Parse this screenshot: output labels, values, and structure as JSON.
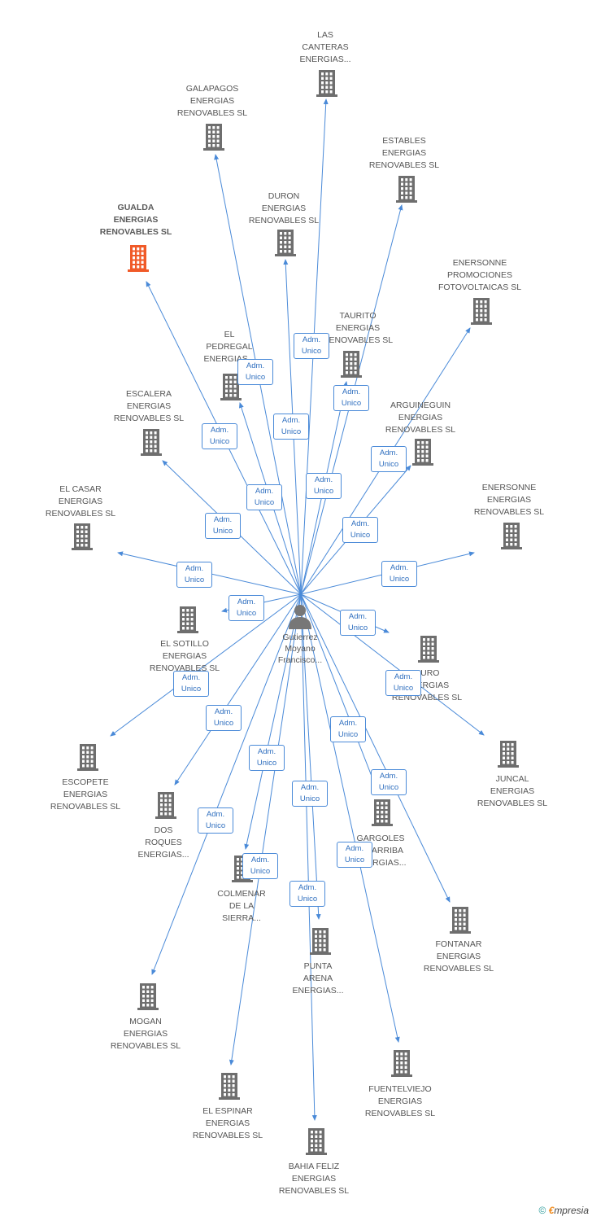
{
  "person": {
    "name": "Gutierrez\nMoyano\nFrancisco...",
    "icon": "person-icon"
  },
  "edge_label_line1": "Adm.",
  "edge_label_line2": "Unico",
  "colors": {
    "edge": "#4a8ad8",
    "building": "#6e6e6e",
    "focus": "#f05a28"
  },
  "companies": [
    {
      "id": "las-canteras",
      "name": "LAS\nCANTERAS\nENERGIAS..."
    },
    {
      "id": "galapagos",
      "name": "GALAPAGOS\nENERGIAS\nRENOVABLES SL"
    },
    {
      "id": "estables",
      "name": "ESTABLES\nENERGIAS\nRENOVABLES SL"
    },
    {
      "id": "gualda",
      "name": "GUALDA\nENERGIAS\nRENOVABLES SL",
      "focus": true
    },
    {
      "id": "duron",
      "name": "DURON\nENERGIAS\nRENOVABLES SL"
    },
    {
      "id": "enersonne-promociones",
      "name": "ENERSONNE\nPROMOCIONES\nFOTOVOLTAICAS SL"
    },
    {
      "id": "taurito",
      "name": "TAURITO\nENERGIAS\nRENOVABLES SL"
    },
    {
      "id": "el-pedregal",
      "name": "EL\nPEDREGAL\nENERGIAS..."
    },
    {
      "id": "escalera",
      "name": "ESCALERA\nENERGIAS\nRENOVABLES SL"
    },
    {
      "id": "arguineguin",
      "name": "ARGUINEGUIN\nENERGIAS\nRENOVABLES SL"
    },
    {
      "id": "el-casar",
      "name": "EL CASAR\nENERGIAS\nRENOVABLES SL"
    },
    {
      "id": "enersonne-energias",
      "name": "ENERSONNE\nENERGIAS\nRENOVABLES SL"
    },
    {
      "id": "el-sotillo",
      "name": "EL SOTILLO\nENERGIAS\nRENOVABLES SL"
    },
    {
      "id": "duro",
      "name": "DURO\nENERGIAS\nRENOVABLES SL"
    },
    {
      "id": "escopete",
      "name": "ESCOPETE\nENERGIAS\nRENOVABLES SL"
    },
    {
      "id": "juncal",
      "name": "JUNCAL\nENERGIAS\nRENOVABLES SL"
    },
    {
      "id": "dos-roques",
      "name": "DOS\nROQUES\nENERGIAS..."
    },
    {
      "id": "gargoles",
      "name": "GARGOLES\nDE ARRIBA\nENERGIAS..."
    },
    {
      "id": "colmenar",
      "name": "COLMENAR\nDE LA\nSIERRA..."
    },
    {
      "id": "fontanar",
      "name": "FONTANAR\nENERGIAS\nRENOVABLES SL"
    },
    {
      "id": "punta-arena",
      "name": "PUNTA\nARENA\nENERGIAS..."
    },
    {
      "id": "mogan",
      "name": "MOGAN\nENERGIAS\nRENOVABLES SL"
    },
    {
      "id": "fuentelviejo",
      "name": "FUENTELVIEJO\nENERGIAS\nRENOVABLES SL"
    },
    {
      "id": "el-espinar",
      "name": "EL ESPINAR\nENERGIAS\nRENOVABLES SL"
    },
    {
      "id": "bahia-feliz",
      "name": "BAHIA FELIZ\nENERGIAS\nRENOVABLES SL"
    }
  ],
  "footer": {
    "copyright": "©",
    "brand_e": "€",
    "brand_rest": "mpresia"
  }
}
